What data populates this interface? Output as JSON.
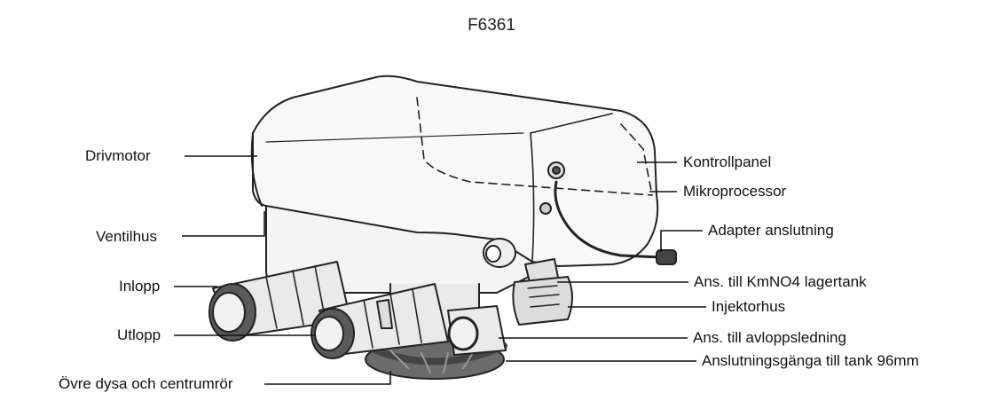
{
  "title": "F6361",
  "labels": {
    "drivmotor": "Drivmotor",
    "ventilhus": "Ventilhus",
    "inlopp": "Inlopp",
    "utlopp": "Utlopp",
    "ovre_dysa": "Övre dysa och centrumrör",
    "kontrollpanel": "Kontrollpanel",
    "mikroprocessor": "Mikroprocessor",
    "adapter": "Adapter anslutning",
    "kmno4": "Ans. till KmNO4 lagertank",
    "injektorhus": "Injektorhus",
    "avlopp": "Ans. till avloppsledning",
    "gänga": "Anslutningsgänga  till tank 96mm"
  }
}
